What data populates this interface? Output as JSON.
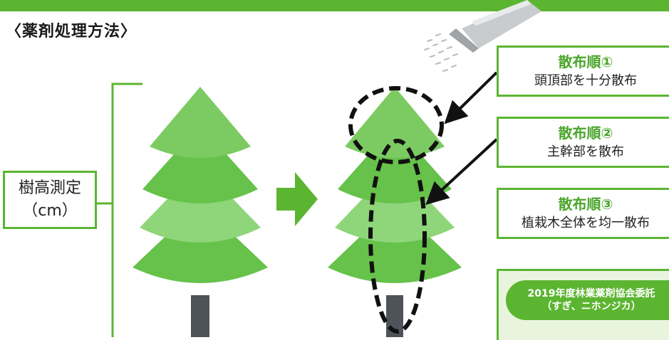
{
  "header": {
    "title": "〈薬剤処理方法〉"
  },
  "measure": {
    "line1": "樹高測定",
    "line2": "（cm）"
  },
  "steps": [
    {
      "title": "散布順①",
      "desc": "頭頂部を十分散布"
    },
    {
      "title": "散布順②",
      "desc": "主幹部を散布"
    },
    {
      "title": "散布順③",
      "desc": "植栽木全体を均一散布"
    }
  ],
  "footer": {
    "line1": "2019年度林業薬剤協会委託",
    "line2": "（すぎ、ニホンジカ）"
  },
  "colors": {
    "brand_green": "#5cb531",
    "tree_top": "#7ccb62",
    "tree_mid": "#66c24a",
    "tree_light": "#8fd57a",
    "trunk": "#4d5358",
    "info_bg": "#e9f4df"
  },
  "icons": [
    "spray-nozzle-icon",
    "right-arrow-icon",
    "tree-icon"
  ]
}
